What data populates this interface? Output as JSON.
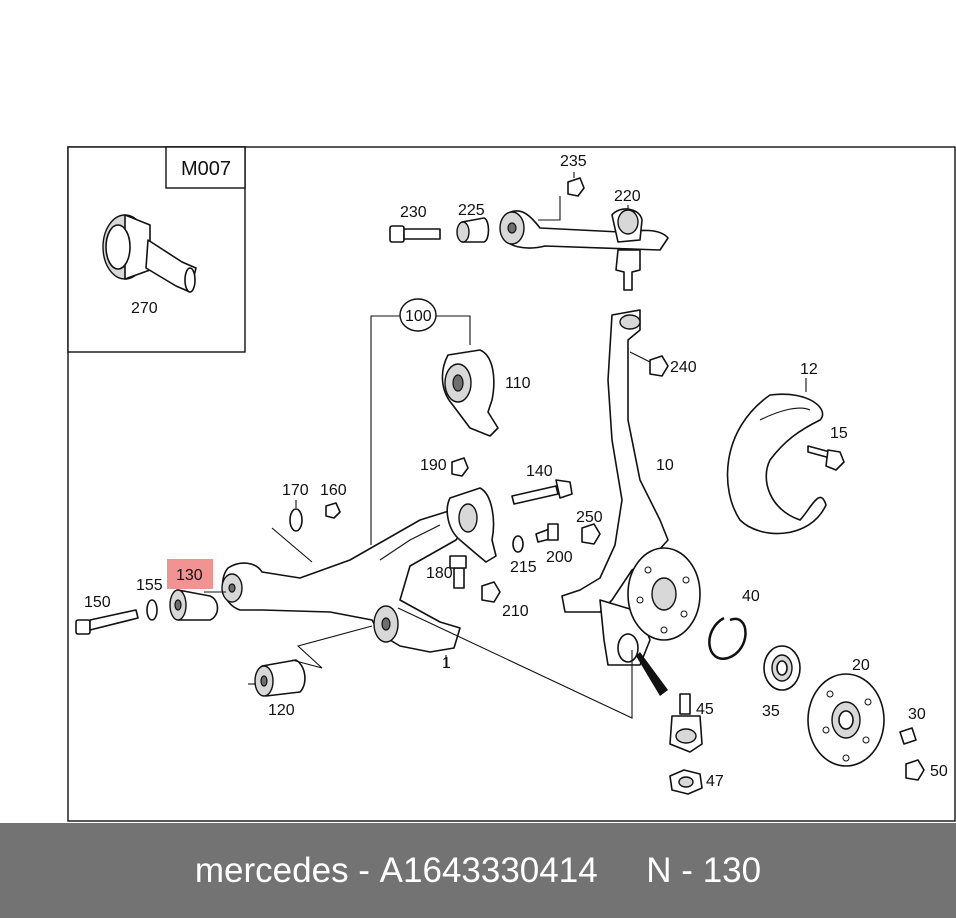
{
  "diagram": {
    "inset_code": "M007",
    "labels": {
      "l270": "270",
      "l235": "235",
      "l220": "220",
      "l230": "230",
      "l225": "225",
      "l100": "100",
      "l110": "110",
      "l240": "240",
      "l12": "12",
      "l15": "15",
      "l10": "10",
      "l190": "190",
      "l140": "140",
      "l170": "170",
      "l160": "160",
      "l250": "250",
      "l200": "200",
      "l215": "215",
      "l180": "180",
      "l210": "210",
      "l130": "130",
      "l155": "155",
      "l150": "150",
      "l120": "120",
      "l1": "1",
      "l40": "40",
      "l20": "20",
      "l35": "35",
      "l30": "30",
      "l50": "50",
      "l45": "45",
      "l47": "47"
    },
    "highlight_color": "#f08080"
  },
  "footer": {
    "brand": "mercedes",
    "separator1": " - ",
    "part_number": "A1643330414",
    "gap": "     ",
    "position_prefix": "N - ",
    "position": "130"
  }
}
